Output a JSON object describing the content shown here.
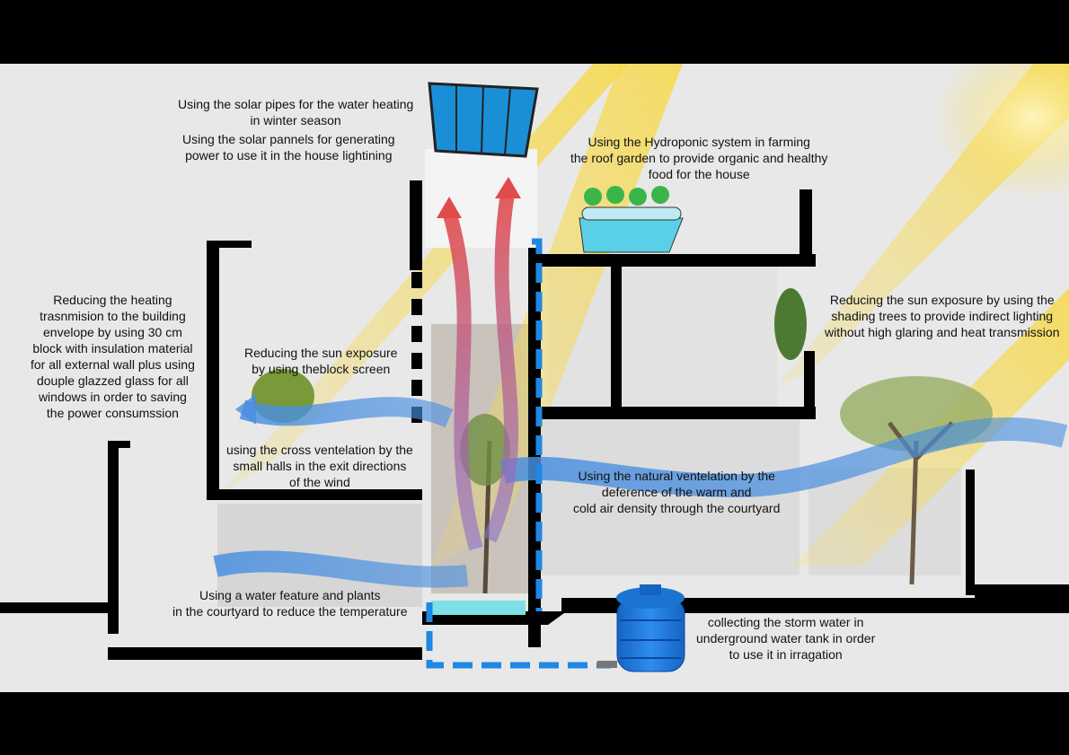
{
  "colors": {
    "background_frame": "#000000",
    "canvas": "#e8e8e8",
    "sun_ray": "#f7d94a",
    "warm_air": "#e24b4b",
    "cool_wind": "#4a8fe0",
    "water_pipe": "#1e88e5",
    "structure": "#000000"
  },
  "icons": [
    "solar-panel-icon",
    "hydroponic-planter-icon",
    "water-tank-icon",
    "tree-icon"
  ],
  "annotations": {
    "solar_pipes": "Using the solar pipes for the water heating\nin winter season",
    "solar_panels": "Using the solar pannels for generating\npower to use it in the house lightining",
    "hydroponic": "Using the Hydroponic system in farming\nthe roof garden to provide organic and healthy\nfood for the house",
    "heating_transmission": "Reducing the heating\ntrasnmision to the building\nenvelope by using 30 cm\nblock with insulation material\nfor all external wall plus using\ndouple glazzed glass for all\nwindows in order to saving\nthe power consumssion",
    "block_screen": "Reducing the sun exposure\nby using theblock screen",
    "shading_trees": "Reducing the sun exposure by using the\nshading trees to provide indirect lighting\nwithout high glaring and heat transmission",
    "cross_ventilation": "using the cross ventelation by the\nsmall halls in the exit directions\nof the wind",
    "natural_ventilation": "Using the natural ventelation by the\ndeference of the warm and\ncold air density through the courtyard",
    "water_feature": "Using a water feature and plants\nin the courtyard to reduce the temperature",
    "storm_water": "collecting the storm water in\nunderground water tank in order\nto use it in irragation"
  }
}
